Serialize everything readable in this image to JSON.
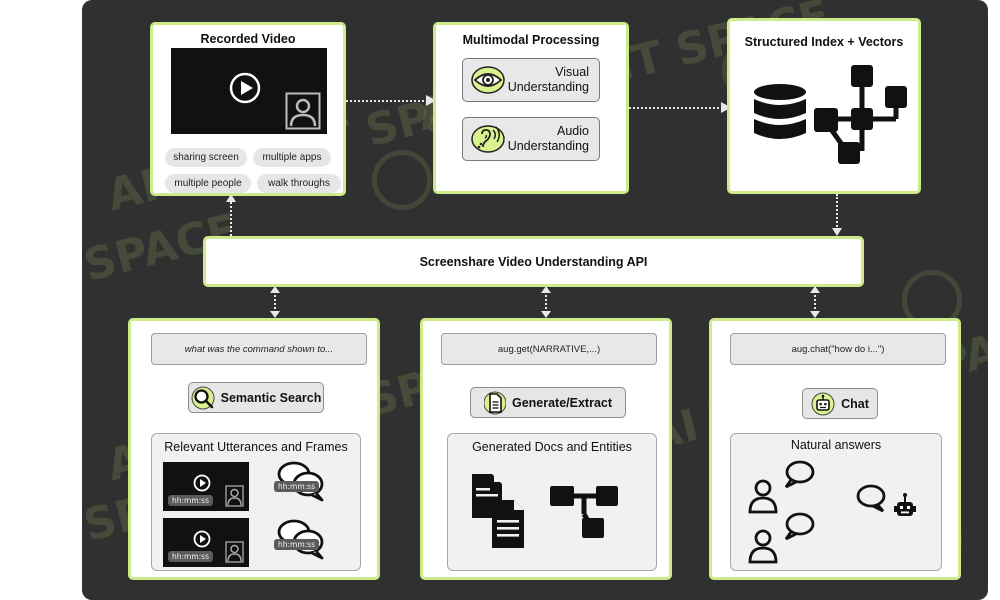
{
  "recorded_video": {
    "title": "Recorded Video",
    "tags": [
      "sharing screen",
      "multiple apps",
      "multiple people",
      "walk throughs"
    ]
  },
  "processing": {
    "title": "Multimodal Processing",
    "visual": "Visual\nUnderstanding",
    "audio": "Audio\nUnderstanding"
  },
  "index": {
    "title": "Structured Index + Vectors"
  },
  "api": {
    "title": "Screenshare Video Understanding API"
  },
  "search": {
    "query": "what was the command shown to...",
    "button": "Semantic Search",
    "panel_title": "Relevant Utterances and Frames",
    "timestamp": "hh:mm:ss"
  },
  "generate": {
    "query": "aug.get(NARRATIVE,...)",
    "button": "Generate/Extract",
    "panel_title": "Generated Docs and Entities"
  },
  "chat": {
    "query": "aug.chat(\"how do i...\")",
    "button": "Chat",
    "panel_title": "Natural answers"
  },
  "watermark": {
    "text_1": "AI TALENT SPACE",
    "text_2": "IT SPACE"
  },
  "colors": {
    "canvas": "#303030",
    "accent": "#cdeb8b"
  }
}
